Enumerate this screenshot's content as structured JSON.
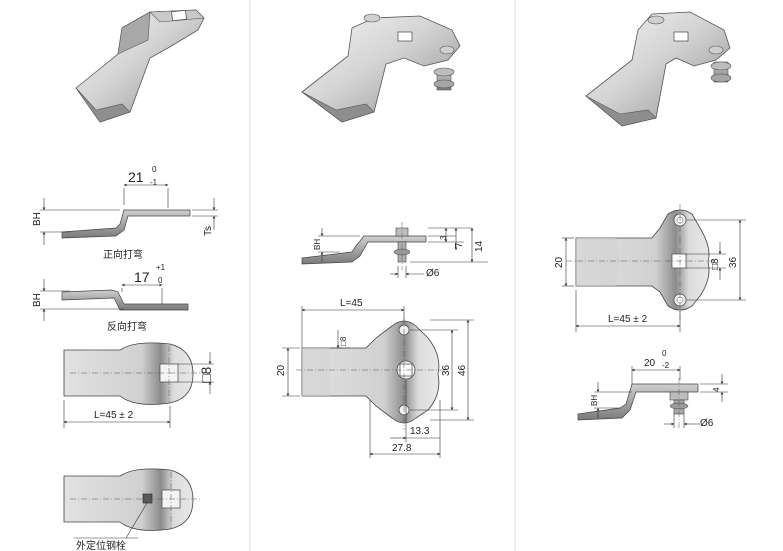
{
  "panel_left": {
    "view_top_dim": "21",
    "view_top_tol_upper": "0",
    "view_top_tol_lower": "-1",
    "label_bh_a": "BH",
    "label_ts": "Ts",
    "caption_forward": "正向打弯",
    "view_rev_dim": "17",
    "view_rev_tol_upper": "+1",
    "view_rev_tol_lower": "0",
    "label_bh_b": "BH",
    "caption_reverse": "反向打弯",
    "plan_square": "□8",
    "plan_length": "L=45 ± 2",
    "caption_pin": "外定位钢栓"
  },
  "panel_mid": {
    "label_bh": "BH",
    "dim_3": "3",
    "dim_7": "7",
    "dim_14": "14",
    "dim_dia6": "Ø6",
    "dim_l45": "L=45",
    "dim_sq8": "□8",
    "dim_20": "20",
    "dim_36": "36",
    "dim_46": "46",
    "dim_13_3": "13.3",
    "dim_27_8": "27.8"
  },
  "panel_right": {
    "dim_20": "20",
    "dim_sq8": "□8",
    "dim_36": "36",
    "dim_l45": "L=45 ± 2",
    "dim_20b": "20",
    "tol_upper": "0",
    "tol_lower": "-2",
    "label_bh": "BH",
    "dim_4": "4",
    "dim_dia6": "Ø6"
  },
  "colors": {
    "background": "#ffffff",
    "metal_light": "#e9e9e9",
    "metal_mid": "#b5b5b5",
    "metal_dark": "#7d7d7d",
    "line": "#333333",
    "divider": "#dcdcdc"
  }
}
